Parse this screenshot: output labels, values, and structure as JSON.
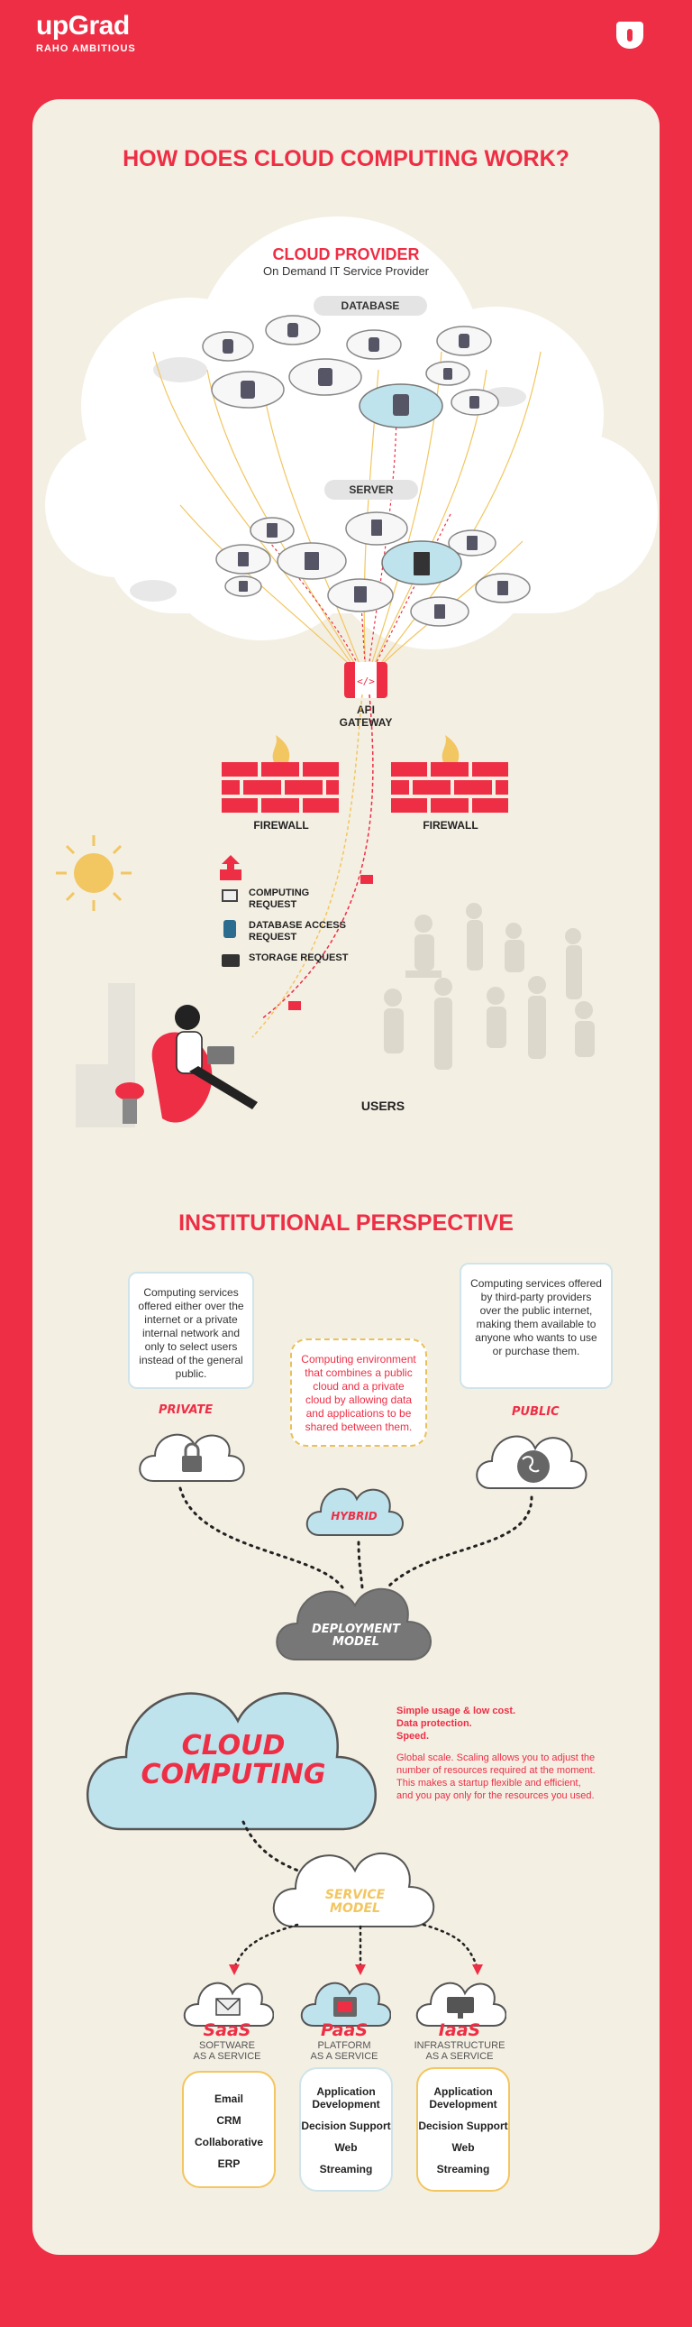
{
  "brand": {
    "name": "upGrad",
    "tagline": "RAHO AMBITIOUS"
  },
  "colors": {
    "brand_red": "#ee2e45",
    "panel_bg": "#f4efe3",
    "accent_yellow": "#f2c660",
    "cloud_blue": "#bfe3ec"
  },
  "section1": {
    "title": "HOW DOES CLOUD COMPUTING WORK?",
    "cloud_provider": {
      "title": "CLOUD PROVIDER",
      "subtitle": "On Demand IT Service Provider"
    },
    "database_label": "DATABASE",
    "server_label": "SERVER",
    "api_gateway": {
      "line1": "API",
      "line2": "GATEWAY"
    },
    "firewall_left": "FIREWALL",
    "firewall_right": "FIREWALL",
    "legend": [
      {
        "icon": "envelope-icon",
        "text": "COMPUTING REQUEST"
      },
      {
        "icon": "database-icon",
        "text": "DATABASE ACCESS REQUEST"
      },
      {
        "icon": "folder-icon",
        "text": "STORAGE REQUEST"
      }
    ],
    "users_label": "USERS"
  },
  "section2": {
    "title": "INSTITUTIONAL PERSPECTIVE",
    "private_note": "Computing services offered either over the internet or a private internal network and only to select users instead of the general public.",
    "public_note": "Computing services offered by third-party providers over the public internet, making them available to anyone who wants to use or purchase them.",
    "hybrid_note": "Computing environment that combines a public cloud and a private cloud by allowing data and applications to be shared between them.",
    "private_label": "PRIVATE",
    "public_label": "PUBLIC",
    "hybrid_label": "HYBRID",
    "deployment_model": {
      "line1": "DEPLOYMENT",
      "line2": "MODEL"
    },
    "cloud_computing": {
      "line1": "CLOUD",
      "line2": "COMPUTING"
    },
    "benefits_bold": [
      "Simple usage & low cost.",
      "Data protection.",
      "Speed."
    ],
    "benefits_text": "Global scale. Scaling allows you to adjust the number of resources required at the moment. This makes a startup flexible and efficient, and you pay only for the resources you used.",
    "service_model": {
      "line1": "SERVICE",
      "line2": "MODEL"
    },
    "services": [
      {
        "name": "SaaS",
        "line1": "SOFTWARE",
        "line2": "AS A SERVICE",
        "items": [
          "Email",
          "CRM",
          "Collaborative",
          "ERP"
        ],
        "icon": "mail-icon"
      },
      {
        "name": "PaaS",
        "line1": "PLATFORM",
        "line2": "AS A SERVICE",
        "items": [
          "Application Development",
          "Decision Support",
          "Web",
          "Streaming"
        ],
        "icon": "platform-icon"
      },
      {
        "name": "IaaS",
        "line1": "INFRASTRUCTURE",
        "line2": "AS A SERVICE",
        "items": [
          "Application Development",
          "Decision Support",
          "Web",
          "Streaming"
        ],
        "icon": "infrastructure-icon"
      }
    ]
  }
}
